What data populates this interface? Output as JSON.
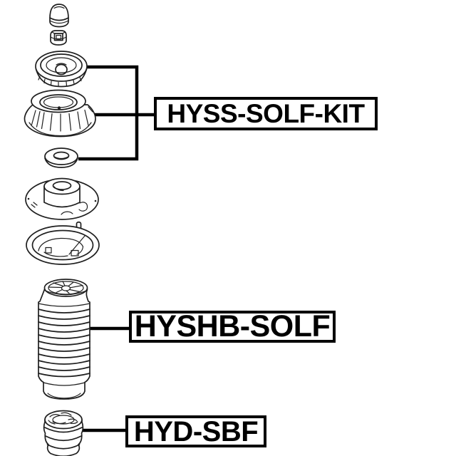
{
  "page": {
    "background_color": "#ffffff",
    "line_color": "#000000"
  },
  "diagram": {
    "type": "exploded-parts-diagram",
    "labels": [
      {
        "id": "kit",
        "text": "HYSS-SOLF-KIT",
        "points_to": [
          "strut-bearing",
          "strut-mount",
          "washer"
        ]
      },
      {
        "id": "boot",
        "text": "HYSHB-SOLF",
        "points_to": [
          "dust-boot"
        ]
      },
      {
        "id": "bump",
        "text": "HYD-SBF",
        "points_to": [
          "bump-stop"
        ]
      }
    ],
    "parts": [
      {
        "name": "rubber-cap"
      },
      {
        "name": "lock-nut"
      },
      {
        "name": "strut-bearing"
      },
      {
        "name": "strut-mount"
      },
      {
        "name": "washer"
      },
      {
        "name": "upper-spring-seat"
      },
      {
        "name": "lower-spring-seat"
      },
      {
        "name": "dust-boot"
      },
      {
        "name": "bump-stop"
      }
    ]
  }
}
